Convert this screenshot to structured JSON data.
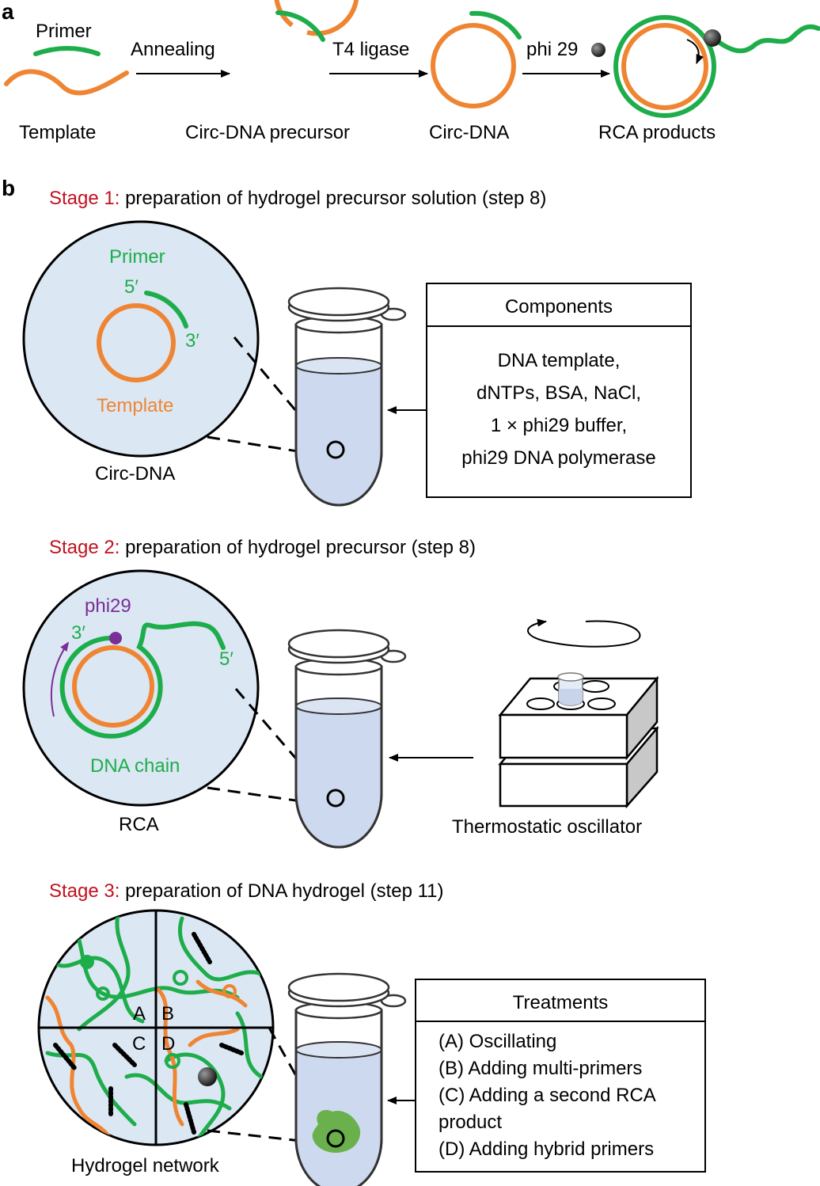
{
  "colors": {
    "green": "#1ead4b",
    "orange": "#ef8533",
    "purple": "#7a2e97",
    "stage_red": "#c0111f",
    "zoom_fill": "#dbe7f3",
    "liquid": "#cdd9ee",
    "gel": "#6ab04c"
  },
  "panel_a": {
    "letter": "a",
    "primer": "Primer",
    "annealing": "Annealing",
    "t4_ligase": "T4 ligase",
    "phi29": "phi 29",
    "template": "Template",
    "circ_dna_precursor": "Circ-DNA precursor",
    "circ_dna": "Circ-DNA",
    "rca_products": "RCA products"
  },
  "panel_b": {
    "letter": "b",
    "stage1": {
      "prefix": "Stage 1:",
      "title": " preparation of hydrogel precursor solution (step 8)",
      "primer": "Primer",
      "five_prime": "5′",
      "three_prime": "3′",
      "template": "Template",
      "caption": "Circ-DNA",
      "components_header": "Components",
      "components": [
        "DNA template,",
        "dNTPs, BSA, NaCl,",
        "1 × phi29 buffer,",
        "phi29 DNA polymerase"
      ]
    },
    "stage2": {
      "prefix": "Stage 2:",
      "title": " preparation of hydrogel precursor (step 8)",
      "phi29": "phi29",
      "three_prime": "3′",
      "five_prime": "5′",
      "dna_chain": "DNA chain",
      "caption": "RCA",
      "oscillator": "Thermostatic oscillator"
    },
    "stage3": {
      "prefix": "Stage 3:",
      "title": " preparation of DNA hydrogel (step 11)",
      "quadrants": [
        "A",
        "B",
        "C",
        "D"
      ],
      "caption": "Hydrogel network",
      "treatments_header": "Treatments",
      "treatments": [
        "(A) Oscillating",
        "(B) Adding multi-primers",
        "(C) Adding a second RCA",
        "product",
        "(D) Adding hybrid primers"
      ]
    }
  }
}
